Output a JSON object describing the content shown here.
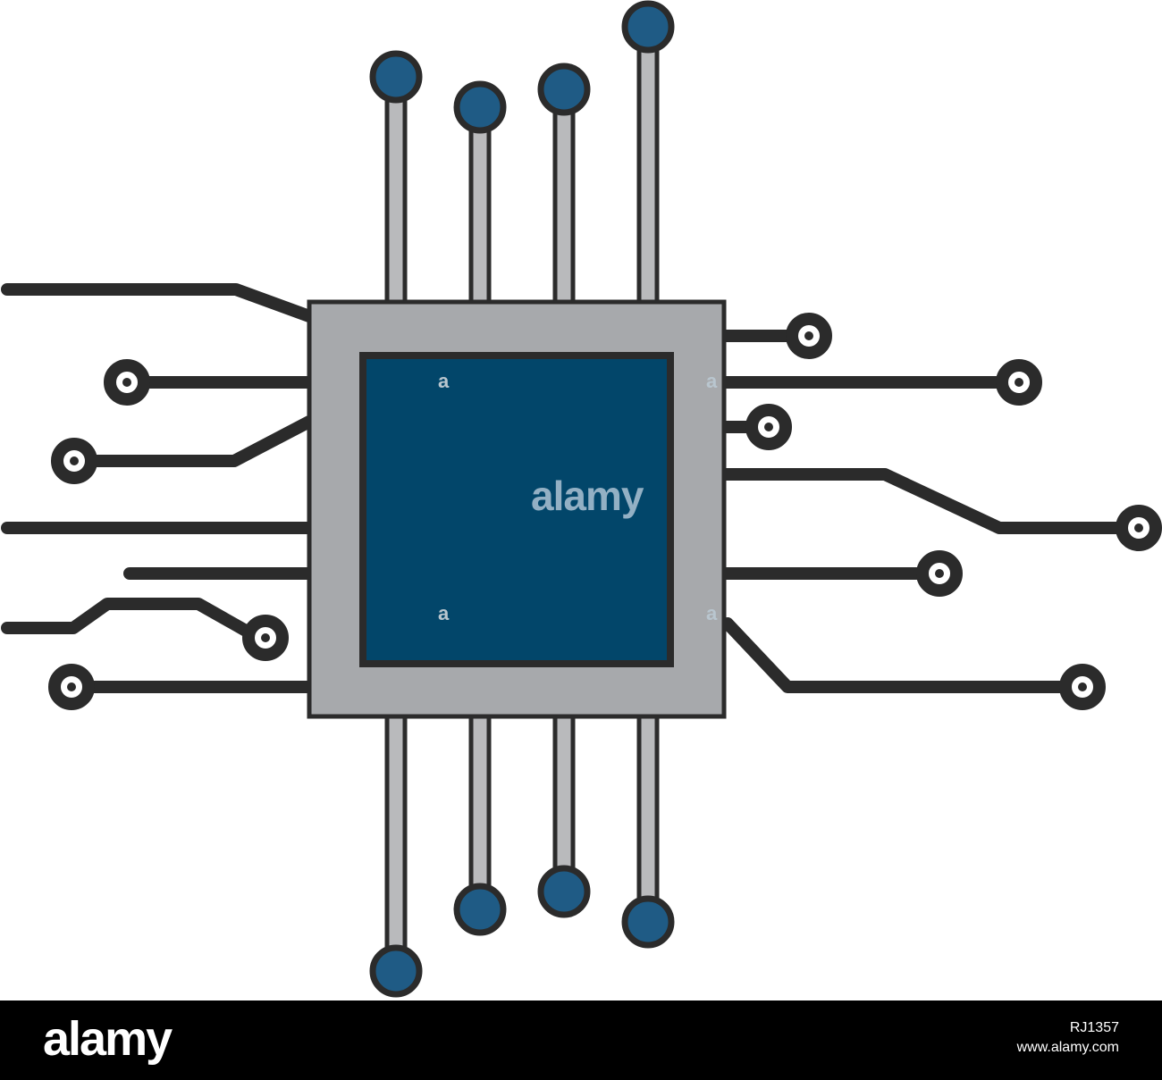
{
  "watermark": {
    "brand": "alamy",
    "small_mark": "a"
  },
  "footer": {
    "logo": "alamy",
    "image_id": "RJ1357",
    "site": "www.alamy.com"
  },
  "colors": {
    "chip_body": "#a7a9ac",
    "chip_core": "#02466a",
    "pad_fill": "#1f5b85",
    "trace_fill": "#b9babc",
    "outline": "#2b2b2b",
    "footer_bg": "#000000"
  },
  "icons": {
    "chip": "microchip-icon",
    "pads": "circuit-node-icon"
  }
}
